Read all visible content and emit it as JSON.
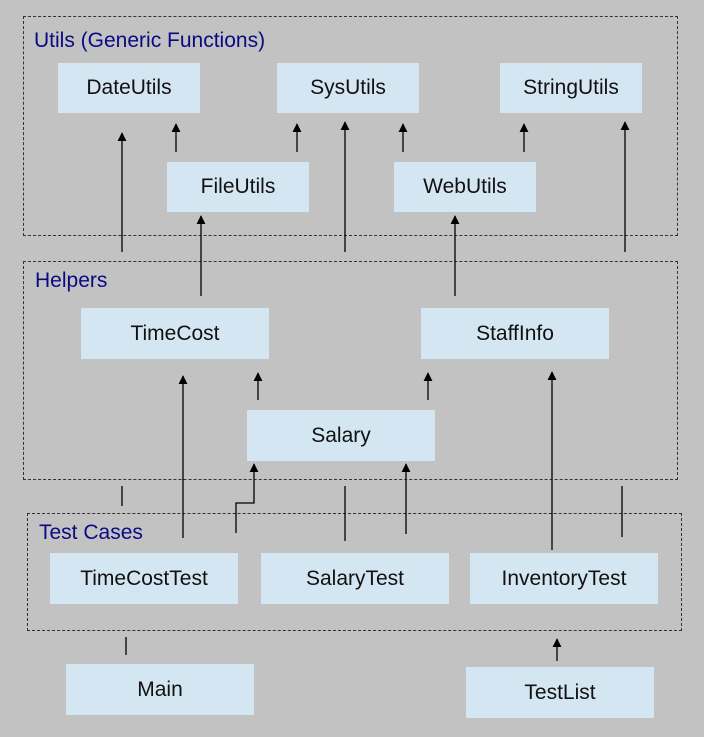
{
  "groups": {
    "utils": "Utils (Generic Functions)",
    "helpers": "Helpers",
    "test_cases": "Test Cases"
  },
  "nodes": {
    "date_utils": "DateUtils",
    "sys_utils": "SysUtils",
    "string_utils": "StringUtils",
    "file_utils": "FileUtils",
    "web_utils": "WebUtils",
    "time_cost": "TimeCost",
    "staff_info": "StaffInfo",
    "salary": "Salary",
    "time_cost_test": "TimeCostTest",
    "salary_test": "SalaryTest",
    "inventory_test": "InventoryTest",
    "main": "Main",
    "test_list": "TestList"
  },
  "colors": {
    "background": "#c2c2c2",
    "node_fill": "#d5e6f3",
    "group_title": "#0a0a82",
    "line": "#000000"
  }
}
